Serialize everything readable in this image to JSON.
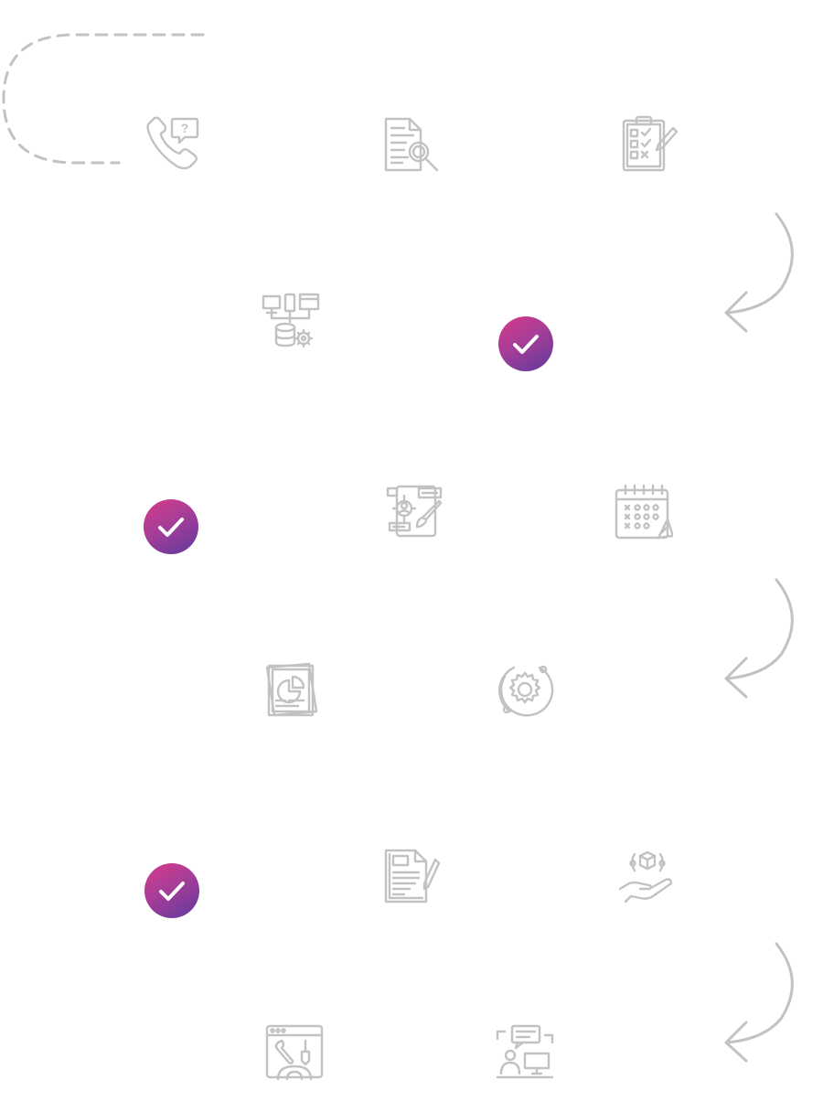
{
  "palette": {
    "icon_stroke": "#c2c2c2",
    "connector": "#c2c2c2",
    "check_gradient": [
      "#d63c8a",
      "#5e3a9c"
    ],
    "check_mark": "#ffffff",
    "background": "#ffffff"
  },
  "steps": [
    {
      "row": 1,
      "items": [
        {
          "icon": "phone-question-icon",
          "completed": false
        },
        {
          "icon": "document-search-icon",
          "completed": false
        },
        {
          "icon": "checklist-clipboard-icon",
          "completed": false
        }
      ]
    },
    {
      "row": 2,
      "items": [
        {
          "icon": "devices-database-icon",
          "completed": false
        },
        {
          "icon": "check-icon",
          "completed": true
        }
      ]
    },
    {
      "row": 3,
      "items": [
        {
          "icon": "check-icon",
          "completed": true
        },
        {
          "icon": "ui-design-icon",
          "completed": false
        },
        {
          "icon": "calendar-icon",
          "completed": false
        }
      ]
    },
    {
      "row": 4,
      "items": [
        {
          "icon": "report-chart-icon",
          "completed": false
        },
        {
          "icon": "gear-cycle-icon",
          "completed": false
        }
      ]
    },
    {
      "row": 5,
      "items": [
        {
          "icon": "check-icon",
          "completed": true
        },
        {
          "icon": "contract-sign-icon",
          "completed": false
        },
        {
          "icon": "hand-delivery-icon",
          "completed": false
        }
      ]
    },
    {
      "row": 6,
      "items": [
        {
          "icon": "web-tools-icon",
          "completed": false
        },
        {
          "icon": "support-agent-icon",
          "completed": false
        }
      ]
    }
  ]
}
